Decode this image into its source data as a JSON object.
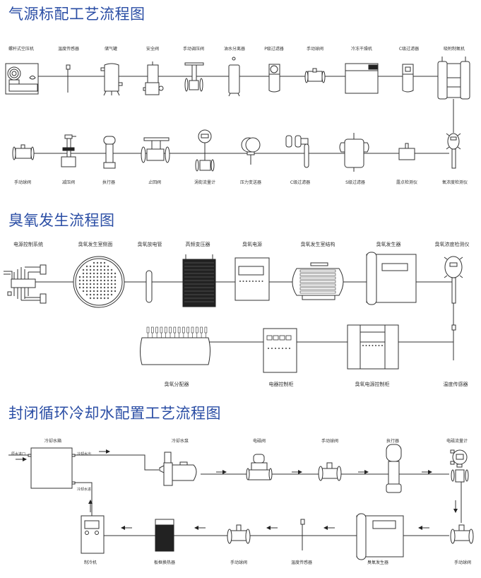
{
  "sections": [
    {
      "title": "气源标配工艺流程图",
      "row1": [
        "螺杆式空压机",
        "温度传感器",
        "储气罐",
        "安全阀",
        "手动调压阀",
        "油水分离器",
        "P级过滤器",
        "手动球阀",
        "冷冻干燥机",
        "C级过滤器",
        "吸附制氧机"
      ],
      "row2": [
        "手动球阀",
        "减压阀",
        "执行器",
        "止回阀",
        "涡街流量计",
        "压力变送器",
        "C级过滤器",
        "S级过滤器",
        "露点检测仪",
        "氧浓度检测仪"
      ]
    },
    {
      "title": "臭氧发生流程图",
      "row1": [
        "电源控制系统",
        "臭氧发生室侧面",
        "臭氧放电管",
        "高频变压器",
        "臭氧电源",
        "臭氧发生室结构",
        "臭氧发生器",
        "臭氧浓度检测仪"
      ],
      "row2": [
        "臭氧分配器",
        "电器控制柜",
        "臭氧电源控制柜",
        "温度传感器"
      ]
    },
    {
      "title": "封闭循环冷却水配置工艺流程图",
      "row1": [
        "冷却水箱",
        "冷却水泵",
        "电磁阀",
        "手动球阀",
        "执行器",
        "电磁流量计"
      ],
      "ports": [
        "原水进口",
        "冷却水出",
        "冷却水进"
      ],
      "row2": [
        "制冷机",
        "板框换热器",
        "手动球阀",
        "温度传感器",
        "臭氧发生器",
        "手动球阀"
      ]
    }
  ]
}
